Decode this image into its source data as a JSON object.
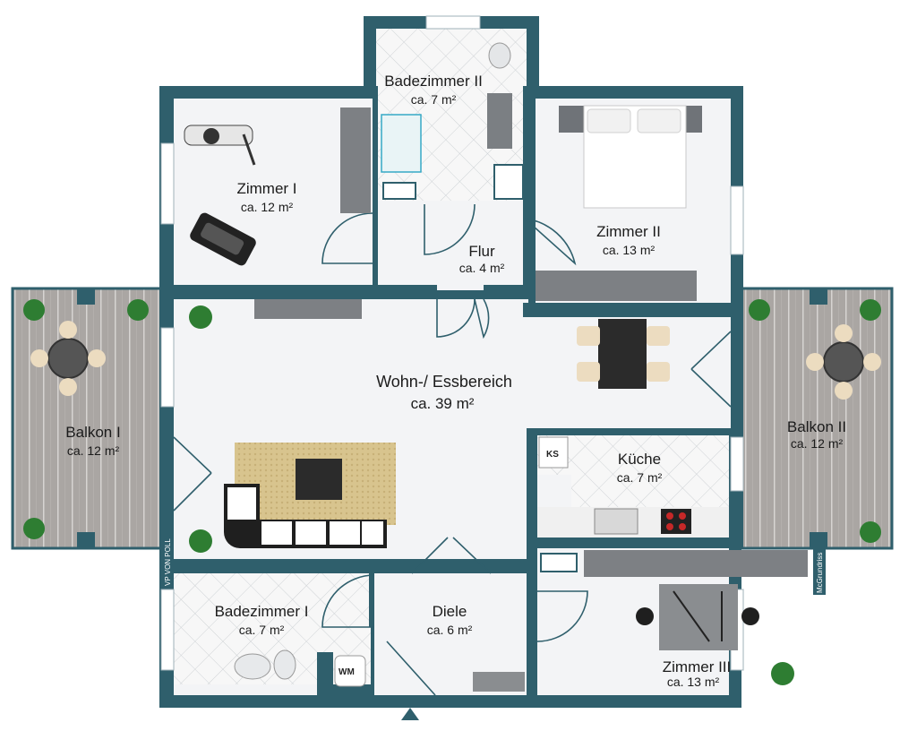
{
  "colors": {
    "wall": "#2f5f6c",
    "floor": "#f3f4f6",
    "deck": "#a9a5a2",
    "tile": "#f6f6f6",
    "rug": "#d8c48e"
  },
  "rooms": {
    "bad2": {
      "name": "Badezimmer II",
      "area": "ca. 7 m²"
    },
    "zimmer1": {
      "name": "Zimmer I",
      "area": "ca. 12 m²"
    },
    "zimmer2": {
      "name": "Zimmer II",
      "area": "ca. 13 m²"
    },
    "flur": {
      "name": "Flur",
      "area": "ca. 4 m²"
    },
    "wohn": {
      "name": "Wohn-/ Essbereich",
      "area": "ca. 39 m²"
    },
    "balkon1": {
      "name": "Balkon I",
      "area": "ca. 12 m²"
    },
    "balkon2": {
      "name": "Balkon II",
      "area": "ca. 12 m²"
    },
    "kueche": {
      "name": "Küche",
      "area": "ca. 7 m²"
    },
    "bad1": {
      "name": "Badezimmer I",
      "area": "ca. 7 m²"
    },
    "diele": {
      "name": "Diele",
      "area": "ca. 6 m²"
    },
    "zimmer3": {
      "name": "Zimmer III",
      "area": "ca. 13 m²"
    }
  },
  "fixtures": {
    "ks": "KS",
    "wm": "WM"
  },
  "branding": {
    "left": "VP VON POLL",
    "right": "McGrundriss"
  },
  "icons": {
    "entrance": "entrance-arrow-icon"
  }
}
